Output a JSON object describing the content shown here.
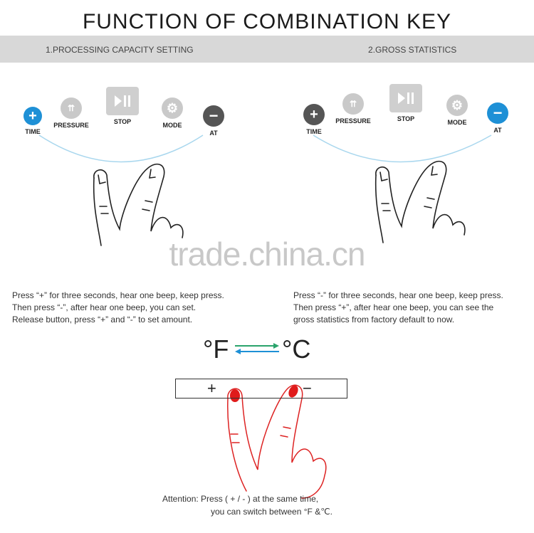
{
  "title": "FUNCTION  OF COMBINATION KEY",
  "sections": {
    "left": "1.PROCESSING CAPACITY SETTING",
    "right": "2.GROSS STATISTICS"
  },
  "keys": {
    "time": "TIME",
    "pressure": "PRESSURE",
    "stop": "STOP",
    "mode": "MODE",
    "at": "AT",
    "plus_symbol": "+",
    "minus_symbol": "−"
  },
  "watermark": "trade.china.cn",
  "instructions": {
    "left": [
      "Press “+” for three seconds, hear one beep, keep press.",
      "Then press “-”,  after hear one beep, you can set.",
      "Release button, press “+” and “-” to set amount."
    ],
    "right": [
      "Press “-” for three seconds, hear one beep, keep press.",
      "Then press “+”, after hear one beep, you can see the",
      "gross statistics from factory default to now."
    ]
  },
  "temperature": {
    "f": "°F",
    "c": "°C",
    "plus": "+",
    "minus": "−"
  },
  "attention": {
    "line1": "Attention: Press ( + / - ) at the same time,",
    "line2": "you can switch between °F &℃."
  },
  "colors": {
    "accent_blue": "#1e90d6",
    "dark_grey": "#555555",
    "arrow_green": "#2aa36b",
    "nail_red": "#e01b1b"
  }
}
